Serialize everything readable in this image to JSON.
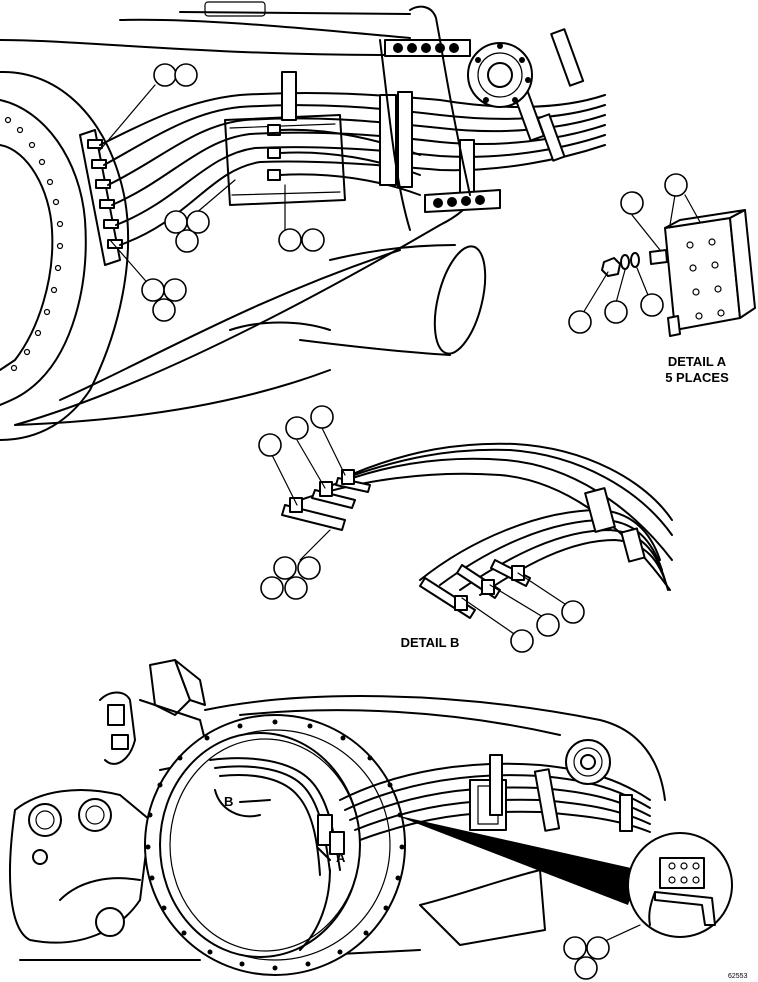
{
  "detail_a": {
    "title": "DETAIL A",
    "subtitle": "5 PLACES"
  },
  "detail_b": {
    "title": "DETAIL B"
  },
  "view_markers": {
    "a": "A",
    "b": "B"
  },
  "figure_number": "62553"
}
